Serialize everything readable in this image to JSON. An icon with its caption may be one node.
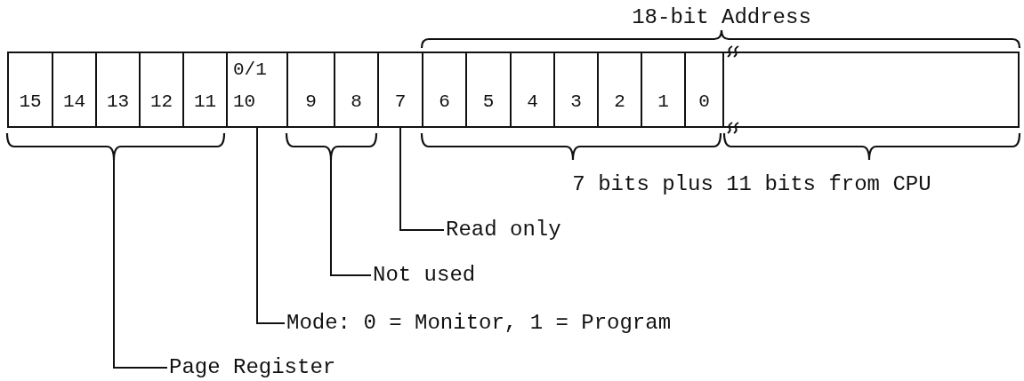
{
  "diagram": {
    "nodes": [
      {
        "text": [
          "15"
        ]
      },
      {
        "text": [
          "14"
        ]
      },
      {
        "text": [
          "13"
        ]
      },
      {
        "text": [
          "12"
        ]
      },
      {
        "text": [
          "11"
        ]
      },
      {
        "text": [
          "0/1",
          "10"
        ]
      },
      {
        "text": [
          "9"
        ]
      },
      {
        "text": [
          "8"
        ]
      },
      {
        "text": [
          "7"
        ]
      },
      {
        "text": [
          "6"
        ]
      },
      {
        "text": [
          "5"
        ]
      },
      {
        "text": [
          "4"
        ]
      },
      {
        "text": [
          "3"
        ]
      },
      {
        "text": [
          "2"
        ]
      },
      {
        "text": [
          "1"
        ]
      },
      {
        "text": [
          "0"
        ]
      },
      {
        "text": [],
        "shape": "box"
      },
      {
        "text": [],
        "shape": "bracket"
      },
      {
        "text": [],
        "shape": "bracket"
      },
      {
        "text": [
          "Read only"
        ]
      },
      {
        "text": [
          "Not used"
        ]
      },
      {
        "text": [
          "Mode: 0 = Monitor, 1 = Program"
        ]
      },
      {
        "text": [
          "Page Register"
        ]
      }
    ],
    "edges": [
      {
        "from": 19,
        "to": 8,
        "arrow": "none"
      },
      {
        "from": 20,
        "to": 18,
        "arrow": "none"
      },
      {
        "from": 21,
        "to": 5,
        "arrow": "none"
      },
      {
        "from": 22,
        "to": 17,
        "arrow": "none"
      }
    ],
    "labels": [
      "18-bit Address",
      "7 bits plus 11 bits from CPU"
    ]
  }
}
